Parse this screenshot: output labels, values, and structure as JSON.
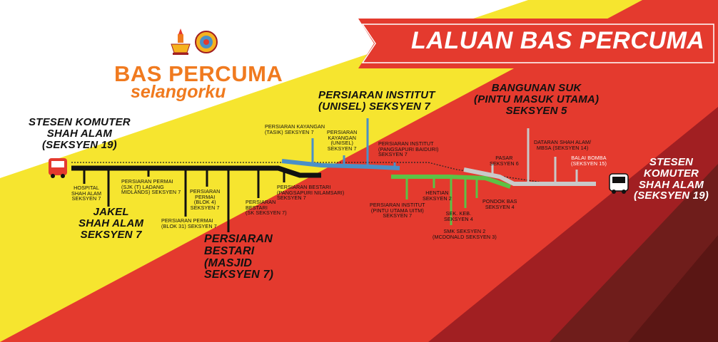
{
  "banner": {
    "title": "LALUAN BAS PERCUMA"
  },
  "brand": {
    "title": "BAS PERCUMA",
    "subtitle": "selangorku"
  },
  "colors": {
    "yellow": "#f6e52f",
    "red": "#e43a2e",
    "dark_red": "#a11f22",
    "maroon": "#6f1d1b",
    "orange": "#f07a1f",
    "route_black": "#111111",
    "route_blue": "#4a90c8",
    "route_green": "#5cc245",
    "route_grey": "#c9c9c9"
  },
  "icons": [
    "bus-icon-start",
    "bus-icon-end",
    "crest-icon",
    "emblem-icon"
  ],
  "stations": {
    "start": {
      "line1": "STESEN KOMUTER",
      "line2": "SHAH ALAM",
      "line3": "(SEKSYEN 19)"
    },
    "end": {
      "line1": "STESEN",
      "line2": "KOMUTER",
      "line3": "SHAH ALAM",
      "line4": "(SEKSYEN 19)"
    }
  },
  "major_stops": {
    "jakel": {
      "line1": "JAKEL",
      "line2": "SHAH ALAM",
      "line3": "SEKSYEN 7"
    },
    "bestari_masjid": {
      "line1": "PERSIARAN",
      "line2": "BESTARI",
      "line3": "(MASJID",
      "line4": "SEKSYEN 7)"
    },
    "unisel": {
      "line1": "PERSIARAN INSTITUT",
      "line2": "(UNISEL)  SEKSYEN 7"
    },
    "suk": {
      "line1": "BANGUNAN SUK",
      "line2": "(PINTU MASUK UTAMA)",
      "line3": "SEKSYEN 5"
    }
  },
  "minor_stops": {
    "hospital": {
      "line1": "HOSPITAL",
      "line2": "SHAH ALAM",
      "line3": "SEKSYEN 7"
    },
    "permai_sjk": {
      "line1": "PERSIARAN PERMAI",
      "line2": "(SJK (T) LADANG",
      "line3": "MIDLANDS) SEKSYEN 7"
    },
    "permai_blok4": {
      "line1": "PERSIARAN",
      "line2": "PERMAI",
      "line3": "(BLOK 4)",
      "line4": "SEKSYEN 7"
    },
    "permai_blok31": {
      "line1": "PERSIARAN PERMAI",
      "line2": "(BLOK 31) SEKSYEN 7"
    },
    "bestari_sk": {
      "line1": "PERSIARAN",
      "line2": "BESTARI",
      "line3": "(SK SEKSYEN 7)"
    },
    "bestari_nilamsari": {
      "line1": "PERSIARAN BESTARI",
      "line2": "(PANGSAPURI NILAMSARI)",
      "line3": "SEKSYEN 7"
    },
    "kayangan_tasik": {
      "line1": "PERSIARAN KAYANGAN",
      "line2": "(TASIK) SEKSYEN 7"
    },
    "kayangan_unisel": {
      "line1": "PERSIARAN",
      "line2": "KAYANGAN",
      "line3": "(UNISEL)",
      "line4": "SEKSYEN 7"
    },
    "institut_baidurl": {
      "line1": "PERSIARAN INSTITUT",
      "line2": "(PANGSAPURI BAIDURI)",
      "line3": "SEKSYEN 7"
    },
    "institut_uitm": {
      "line1": "PERSIARAN INSTITUT",
      "line2": "(PINTU UTAMA UiTM)",
      "line3": "SEKSYEN 7"
    },
    "hentian_s2": {
      "line1": "HENTIAN",
      "line2": "SEKSYEN 2"
    },
    "smk_s2": {
      "line1": "SMK SEKSYEN 2",
      "line2": "(McDONALD SEKSYEN 3)"
    },
    "sk_keb_s4": {
      "line1": "SEK. KEB.",
      "line2": "SEKSYEN 4"
    },
    "pondok_s4": {
      "line1": "PONDOK BAS",
      "line2": "SEKSYEN 4"
    },
    "pasar_s6": {
      "line1": "PASAR",
      "line2": "SEKSYEN 6"
    },
    "dataran_mbsa": {
      "line1": "DATARAN SHAH ALAM/",
      "line2": "MBSA (SEKSYEN 14)"
    },
    "balai_bomba": {
      "line1": "BALAI BOMBA",
      "line2": "(SEKSYEN 15)"
    }
  }
}
